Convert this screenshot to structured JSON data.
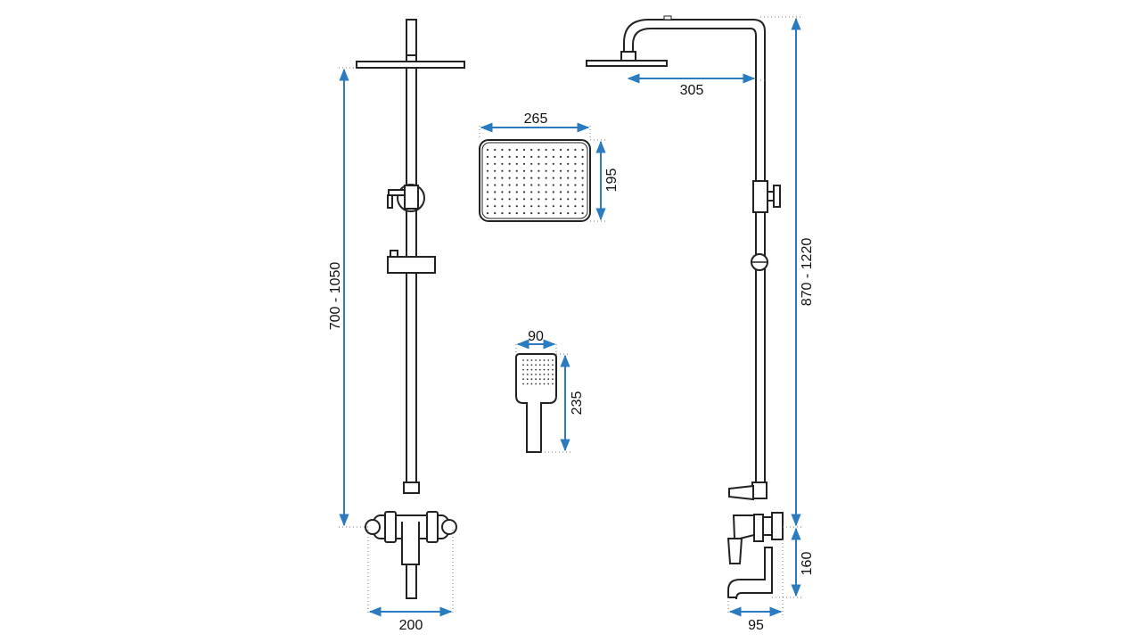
{
  "labels": {
    "width_front": "200",
    "height_front": "700 - 1050",
    "head_width": "265",
    "head_depth": "195",
    "hand_width": "90",
    "hand_length": "235",
    "arm_reach": "305",
    "height_side": "870 - 1220",
    "spout_drop": "160",
    "spout_depth": "95"
  },
  "colors": {
    "dimension_line": "#2a7bbf",
    "drawing_line": "#222222"
  }
}
